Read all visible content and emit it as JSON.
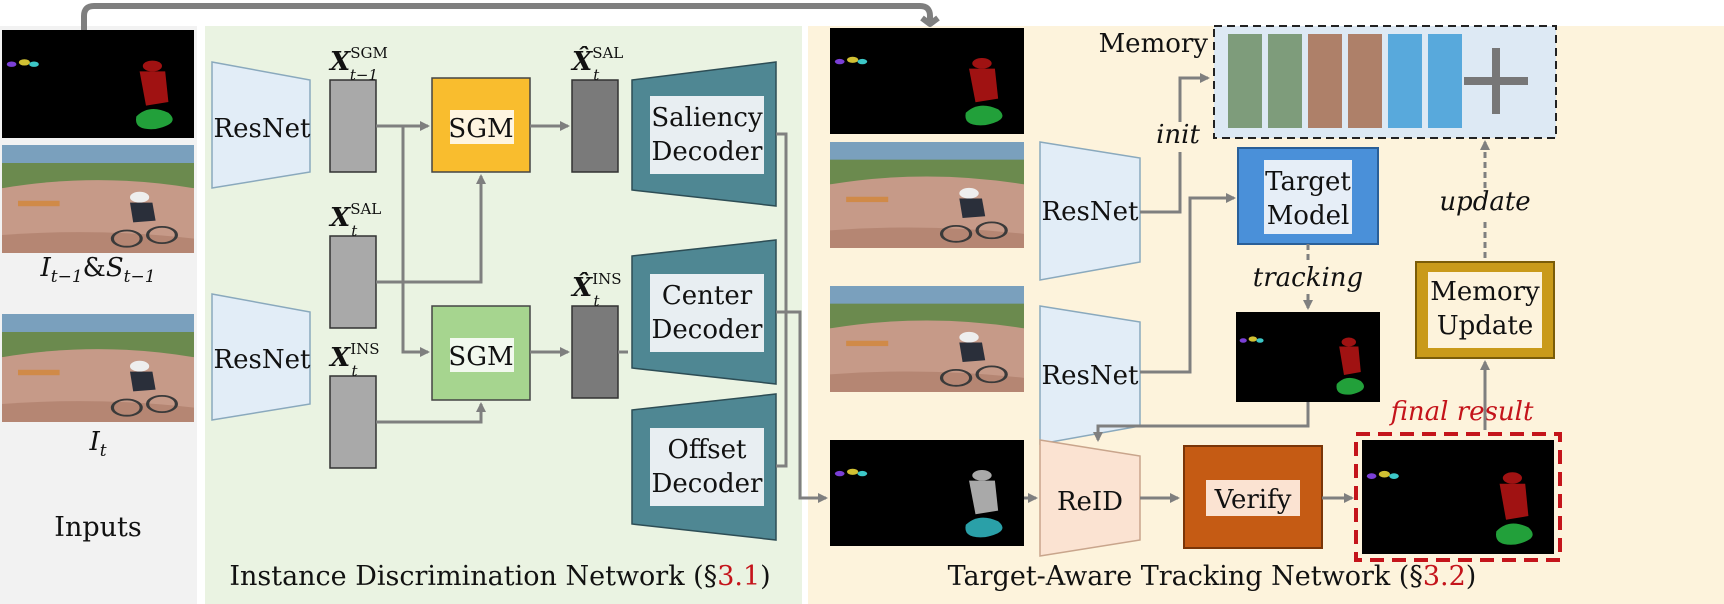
{
  "sections": {
    "inputs": {
      "caption": "Inputs",
      "label_prev": "I_{t-1}&S_{t-1}",
      "label_cur": "I_t"
    },
    "idn": {
      "caption_pre": "Instance Discrimination Network (§",
      "caption_ref": "3.1",
      "caption_post": ")"
    },
    "tatn": {
      "caption_pre": "Target-Aware Tracking Network (§",
      "caption_ref": "3.2",
      "caption_post": ")"
    }
  },
  "blocks": {
    "resnet": "ResNet",
    "sgm": "SGM",
    "saliency_decoder": [
      "Saliency",
      "Decoder"
    ],
    "center_decoder": [
      "Center",
      "Decoder"
    ],
    "offset_decoder": [
      "Offset",
      "Decoder"
    ],
    "target_model": [
      "Target",
      "Model"
    ],
    "memory_update": [
      "Memory",
      "Update"
    ],
    "reid": "ReID",
    "verify": "Verify",
    "memory": "Memory"
  },
  "features": {
    "x_sgm": {
      "base": "X",
      "sup": "SGM",
      "sub": "t−1"
    },
    "x_sal": {
      "base": "X",
      "sup": "SAL",
      "sub": "t"
    },
    "x_ins": {
      "base": "X",
      "sup": "INS",
      "sub": "t"
    },
    "xhat_sal": {
      "base": "X̂",
      "sup": "SAL",
      "sub": "t"
    },
    "xhat_ins": {
      "base": "X̂",
      "sup": "INS",
      "sub": "t"
    }
  },
  "edge_labels": {
    "init": "init",
    "tracking": "tracking",
    "update": "update",
    "final_result": "final result"
  },
  "colors": {
    "inputs_bg": "#f2f2f2",
    "idn_bg": "#eaf3e2",
    "tatn_bg": "#fdf3dc",
    "resnet_fill": "#e2edf7",
    "sgm_top": "#f9bd2e",
    "sgm_bottom": "#a6d58f",
    "decoder": "#4f8793",
    "feature_light": "#a9a9a9",
    "feature_dark": "#7a7a7a",
    "target_model": "#4a90d9",
    "memory_update": "#c99a1a",
    "verify": "#c55b14",
    "reid": "#fbe3d2",
    "memory_bg": "#dde9f4",
    "mem_green": "#7e9c7b",
    "mem_brown": "#ae8069",
    "mem_blue": "#58a9dc",
    "final_red": "#c4141b",
    "arrow": "#7f7f7f"
  }
}
